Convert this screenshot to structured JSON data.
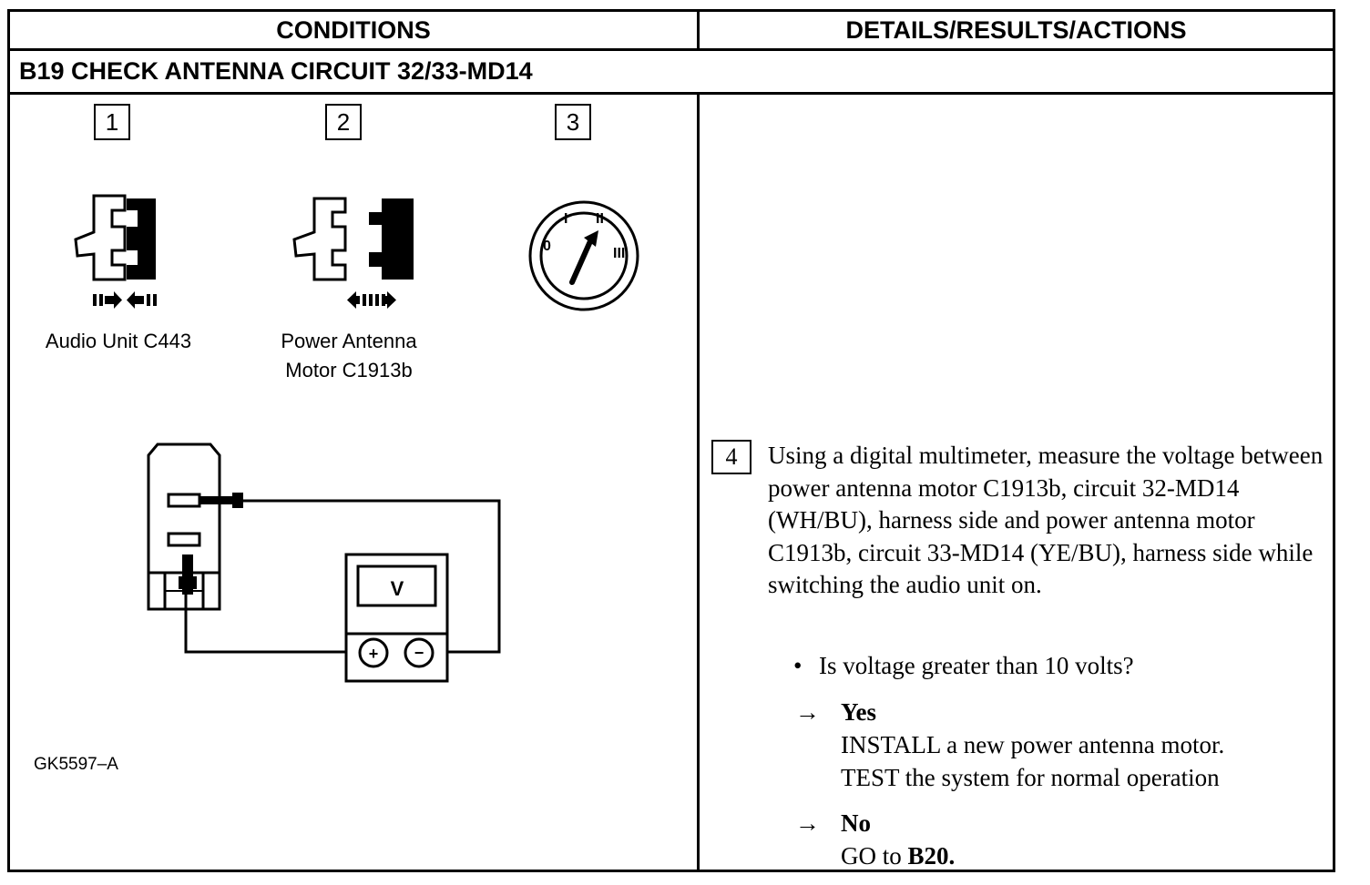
{
  "header": {
    "conditions": "CONDITIONS",
    "details": "DETAILS/RESULTS/ACTIONS"
  },
  "test_title": "B19 CHECK ANTENNA CIRCUIT 32/33-MD14",
  "steps": [
    "1",
    "2",
    "3"
  ],
  "captions": {
    "audio_unit": "Audio Unit C443",
    "antenna_motor_line1": "Power Antenna",
    "antenna_motor_line2": "Motor C1913b"
  },
  "ignition_positions": [
    "0",
    "I",
    "II",
    "III"
  ],
  "meter": {
    "display": "V",
    "plus": "+",
    "minus": "−"
  },
  "figure_id": "GK5597–A",
  "step4": {
    "number": "4",
    "instruction": "Using a digital multimeter, measure the voltage between power antenna motor C1913b, circuit 32-MD14 (WH/BU), harness side and power antenna motor C1913b, circuit 33-MD14 (YE/BU), harness side while switching the audio unit on.",
    "bullet": "•",
    "question": "Is voltage greater than 10 volts?",
    "arrow": "→",
    "yes_label": "Yes",
    "yes_line1": "INSTALL a new power antenna motor.",
    "yes_line2": "TEST the system for normal operation",
    "no_label": "No",
    "no_prefix": "GO to ",
    "no_target": "B20."
  }
}
